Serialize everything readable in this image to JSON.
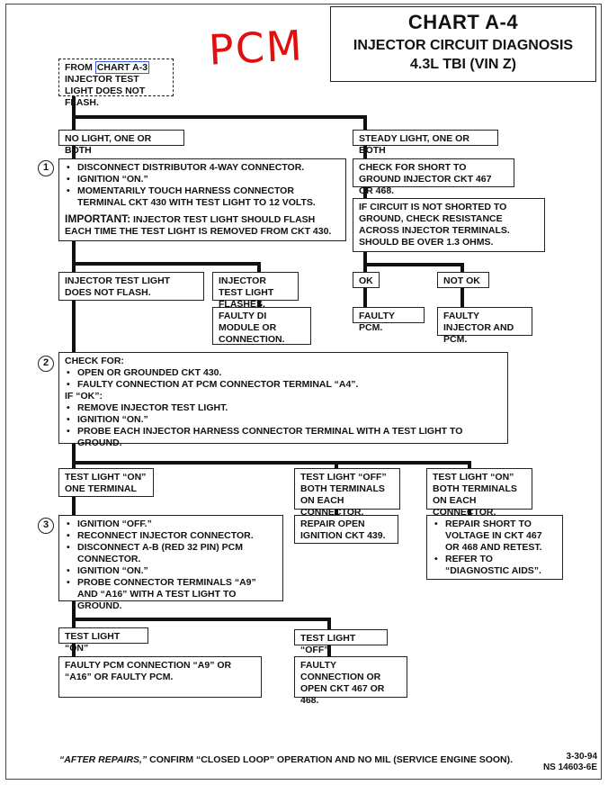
{
  "handwritten": "PCM",
  "title": {
    "chart": "CHART A-4",
    "line1": "INJECTOR CIRCUIT DIAGNOSIS",
    "line2": "4.3L  TBI  (VIN Z)"
  },
  "start": {
    "from": "FROM",
    "link": "CHART A-3",
    "rest": "INJECTOR TEST LIGHT DOES NOT FLASH."
  },
  "branch_left": "NO LIGHT, ONE OR BOTH",
  "branch_right": "STEADY LIGHT, ONE OR BOTH",
  "step1": {
    "number": "1",
    "items": [
      "DISCONNECT DISTRIBUTOR 4-WAY CONNECTOR.",
      "IGNITION “ON.”",
      "MOMENTARILY TOUCH HARNESS CONNECTOR TERMINAL CKT 430 WITH TEST LIGHT TO 12 VOLTS."
    ],
    "important_label": "IMPORTANT:",
    "important_text": " INJECTOR TEST LIGHT SHOULD FLASH EACH TIME THE TEST LIGHT IS REMOVED FROM CKT 430."
  },
  "check_short": "CHECK FOR SHORT TO GROUND INJECTOR CKT 467 OR 468.",
  "if_not_shorted": "IF CIRCUIT IS NOT SHORTED TO GROUND, CHECK RESISTANCE ACROSS INJECTOR TERMINALS. SHOULD BE OVER 1.3 OHMS.",
  "ok": "OK",
  "not_ok": "NOT OK",
  "faulty_pcm": "FAULTY PCM.",
  "faulty_injector_pcm": "FAULTY INJECTOR AND PCM.",
  "no_flash": "INJECTOR TEST LIGHT DOES NOT FLASH.",
  "flashes": "INJECTOR TEST LIGHT FLASHES.",
  "faulty_di": "FAULTY DI MODULE OR CONNECTION.",
  "step2": {
    "number": "2",
    "check_for": "CHECK FOR:",
    "items_a": [
      "OPEN OR GROUNDED CKT 430.",
      "FAULTY CONNECTION AT PCM CONNECTOR TERMINAL “A4”."
    ],
    "if_ok": "IF “OK”:",
    "items_b": [
      "REMOVE INJECTOR TEST LIGHT.",
      "IGNITION “ON.”",
      "PROBE EACH  INJECTOR HARNESS CONNECTOR TERMINAL WITH A TEST LIGHT TO GROUND."
    ]
  },
  "on_one": "TEST LIGHT “ON” ONE TERMINAL",
  "off_both": "TEST LIGHT “OFF” BOTH TERMINALS ON EACH CONNECTOR.",
  "on_both": "TEST LIGHT “ON” BOTH TERMINALS ON EACH CONNECTOR.",
  "step3": {
    "number": "3",
    "items": [
      "IGNITION “OFF.”",
      "RECONNECT INJECTOR CONNECTOR.",
      "DISCONNECT A-B (RED 32 PIN) PCM CONNECTOR.",
      "IGNITION “ON.”",
      "PROBE CONNECTOR TERMINALS “A9” AND “A16” WITH A TEST LIGHT TO GROUND."
    ]
  },
  "repair_open": "REPAIR OPEN IGNITION CKT 439.",
  "repair_short": [
    "REPAIR SHORT TO VOLTAGE IN CKT 467 OR 468 AND RETEST.",
    "REFER TO “DIAGNOSTIC AIDS”."
  ],
  "final_on": "TEST LIGHT “ON”",
  "final_off": "TEST LIGHT “OFF”",
  "faulty_pcm_conn": "FAULTY PCM CONNECTION “A9” OR “A16” OR FAULTY PCM.",
  "faulty_conn_open": "FAULTY CONNECTION OR OPEN CKT  467 OR 468.",
  "footer": {
    "italic": "“AFTER REPAIRS,”",
    "rest": " CONFIRM “CLOSED LOOP” OPERATION AND NO MIL (SERVICE ENGINE SOON)."
  },
  "code": {
    "date": "3-30-94",
    "ns": "NS 14603-6E"
  }
}
